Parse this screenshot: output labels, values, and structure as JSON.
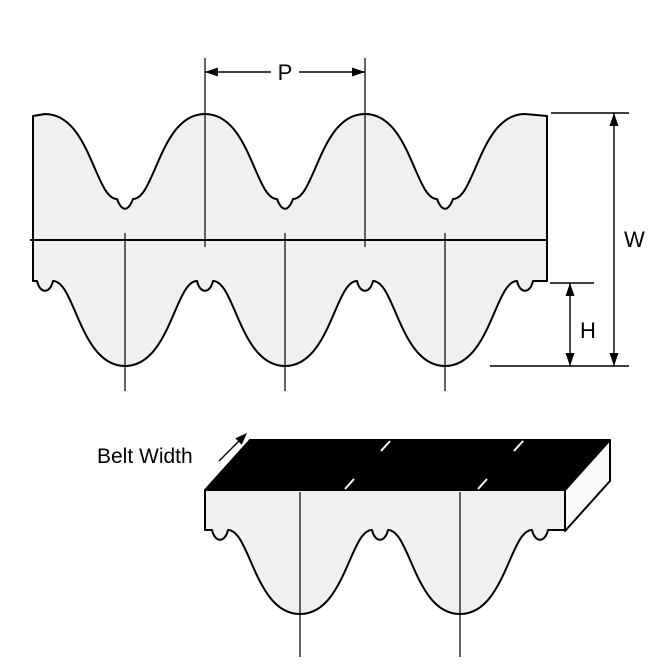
{
  "figure": {
    "labels": {
      "pitch": "P",
      "overall_width": "W",
      "tooth_height": "H",
      "belt_width": "Belt Width"
    },
    "colors": {
      "outline": "#000000",
      "belt_fill": "#f0f0f0",
      "end_face_fill": "#fafafa",
      "top_surface_fill": "#000000",
      "background": "#ffffff"
    }
  }
}
